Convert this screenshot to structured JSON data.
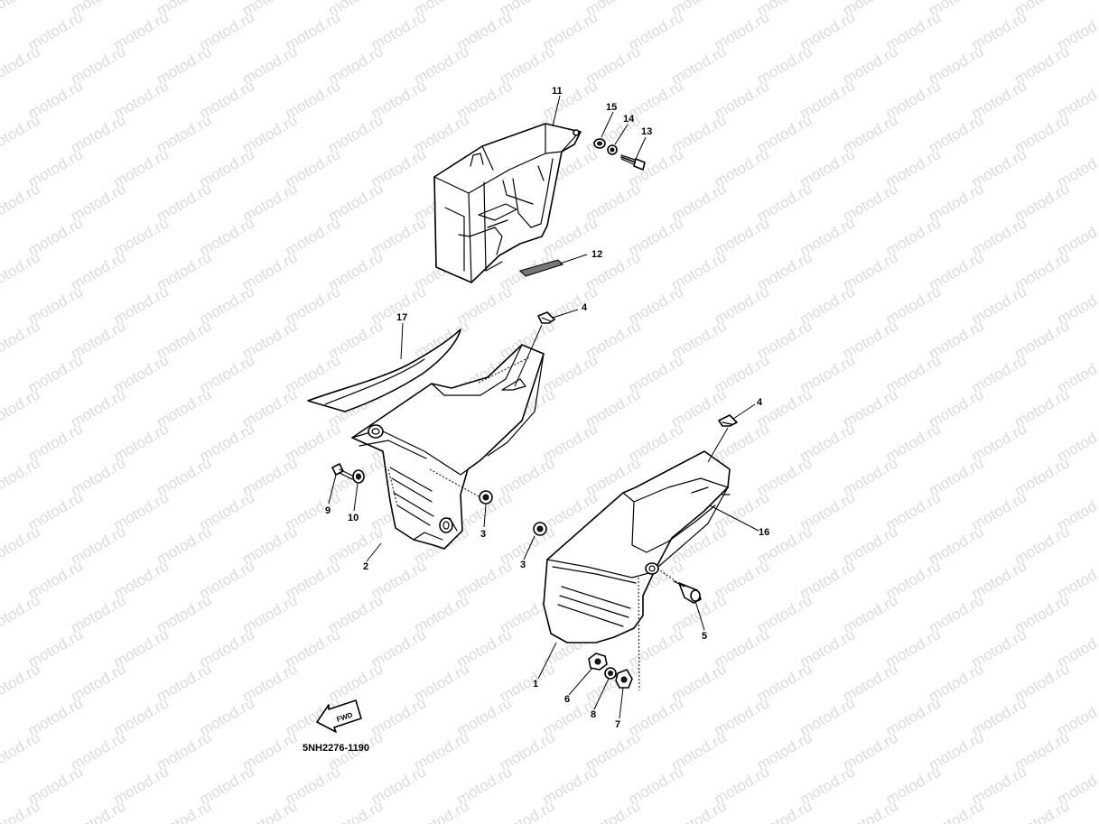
{
  "watermark": {
    "text": "motod.ru",
    "color": "#cfcfcf"
  },
  "diagram": {
    "drawing_code": "5NH2276-1190",
    "fwd_label": "FWD",
    "callouts": {
      "c1": "1",
      "c2": "2",
      "c3a": "3",
      "c3b": "3",
      "c4a": "4",
      "c4b": "4",
      "c5": "5",
      "c6": "6",
      "c7": "7",
      "c8": "8",
      "c9": "9",
      "c10": "10",
      "c11": "11",
      "c12": "12",
      "c13": "13",
      "c14": "14",
      "c15": "15",
      "c16": "16",
      "c17": "17"
    }
  }
}
